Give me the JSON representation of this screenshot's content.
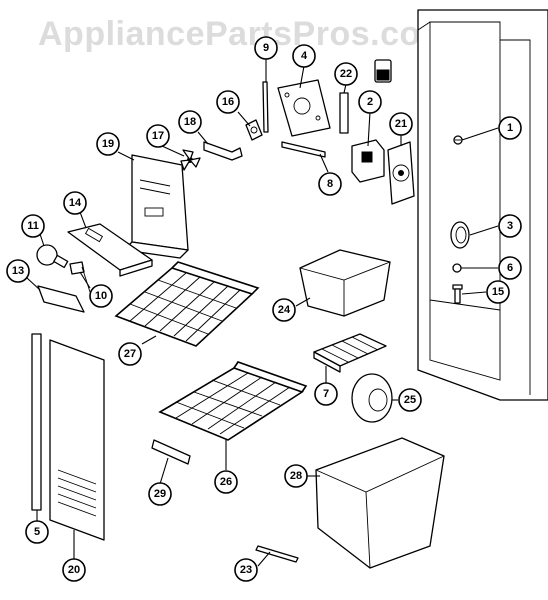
{
  "watermark": "AppliancePartsPros.com",
  "callouts": [
    {
      "label": "1"
    },
    {
      "label": "2"
    },
    {
      "label": "3"
    },
    {
      "label": "4"
    },
    {
      "label": "5"
    },
    {
      "label": "6"
    },
    {
      "label": "7"
    },
    {
      "label": "8"
    },
    {
      "label": "9"
    },
    {
      "label": "10"
    },
    {
      "label": "11"
    },
    {
      "label": "13"
    },
    {
      "label": "14"
    },
    {
      "label": "15"
    },
    {
      "label": "16"
    },
    {
      "label": "17"
    },
    {
      "label": "18"
    },
    {
      "label": "19"
    },
    {
      "label": "20"
    },
    {
      "label": "21"
    },
    {
      "label": "22"
    },
    {
      "label": "23"
    },
    {
      "label": "24"
    },
    {
      "label": "25"
    },
    {
      "label": "26"
    },
    {
      "label": "27"
    },
    {
      "label": "28"
    },
    {
      "label": "29"
    }
  ]
}
